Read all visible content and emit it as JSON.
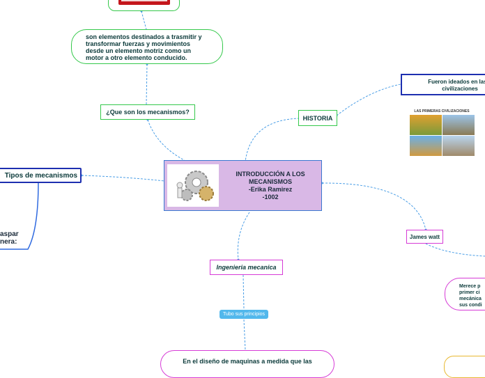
{
  "central": {
    "title": "INTRODUCCIÓN A LOS MECANISMOS",
    "author": "-Erika Ramirez",
    "group": "-1002"
  },
  "nodes": {
    "que_son": "¿Que son los mecanismos?",
    "definicion": "son elementos destinados a trasmitir y transformar fuerzas y movimientos desde un elemento motriz como un motor a otro elemento conducido.",
    "historia": "HISTORIA",
    "fueron": "Fueron ideados en las p civilizaciones",
    "civilizaciones_label": "LAS PRIMERAS CIVILIZACIONES",
    "tipos": "Tipos de mecanismos",
    "traspasar": "aspar",
    "manera": "nera:",
    "james_watt": "James watt",
    "merece": "Merece p primer ci mecánica sus condi",
    "ingenieria": "Ingenieria mecanica",
    "tubo": "Tubo sus principios",
    "diseno": "En el diseño de maquinas a medida que las"
  },
  "colors": {
    "central_fill": "#d9b8e6",
    "central_border": "#3a78d0",
    "green": "#34c84a",
    "magenta": "#d63ad6",
    "blue": "#2f6ae0",
    "navy": "#1d2fb0",
    "pill": "#52b8ec",
    "connector": "#4a9ee6"
  }
}
